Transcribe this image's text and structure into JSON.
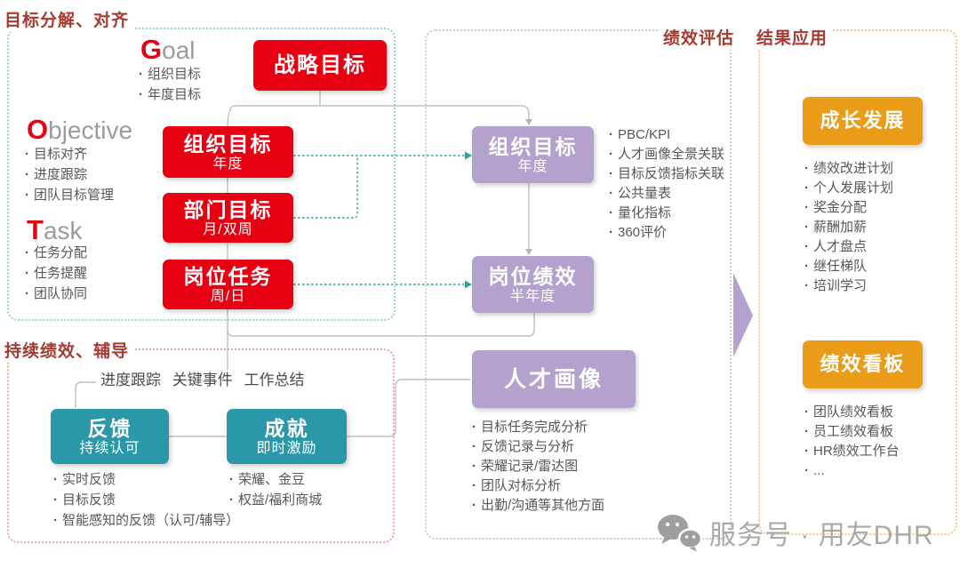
{
  "decompose": {
    "title": "目标分解、对齐",
    "got": [
      {
        "initial": "G",
        "rest": "oal",
        "items": [
          "组织目标",
          "年度目标"
        ]
      },
      {
        "initial": "O",
        "rest": "bjective",
        "items": [
          "目标对齐",
          "进度跟踪",
          "团队目标管理"
        ]
      },
      {
        "initial": "T",
        "rest": "ask",
        "items": [
          "任务分配",
          "任务提醒",
          "团队协同"
        ]
      }
    ],
    "strategic_box": {
      "title": "战略目标"
    },
    "org_box": {
      "title": "组织目标",
      "subtitle": "年度"
    },
    "dept_box": {
      "title": "部门目标",
      "subtitle": "月/双周"
    },
    "post_box": {
      "title": "岗位任务",
      "subtitle": "周/日"
    }
  },
  "coaching": {
    "title": "持续绩效、辅导",
    "tags": "进度跟踪 关键事件 工作总结",
    "feedback_box": {
      "title": "反馈",
      "subtitle": "持续认可"
    },
    "feedback_items": [
      "实时反馈",
      "目标反馈",
      "智能感知的反馈（认可/辅导）"
    ],
    "achievement_box": {
      "title": "成就",
      "subtitle": "即时激励"
    },
    "achievement_items": [
      "荣耀、金豆",
      "权益/福利商城"
    ]
  },
  "evaluation": {
    "title": "绩效评估",
    "org_box": {
      "title": "组织目标",
      "subtitle": "年度"
    },
    "perf_box": {
      "title": "岗位绩效",
      "subtitle": "半年度"
    },
    "portrait_box": {
      "title": "人才画像"
    },
    "metrics": [
      "PBC/KPI",
      "人才画像全景关联",
      "目标反馈指标关联",
      "公共量表",
      "量化指标",
      "360评价"
    ],
    "portrait_items": [
      "目标任务完成分析",
      "反馈记录与分析",
      "荣耀记录/雷达图",
      "团队对标分析",
      "出勤/沟通等其他方面"
    ]
  },
  "application": {
    "title": "结果应用",
    "growth_box": {
      "title": "成长发展"
    },
    "growth_items": [
      "绩效改进计划",
      "个人发展计划",
      "奖金分配",
      "薪酬加薪",
      "人才盘点",
      "继任梯队",
      "培训学习"
    ],
    "board_box": {
      "title": "绩效看板"
    },
    "board_items": [
      "团队绩效看板",
      "员工绩效看板",
      "HR绩效工作台",
      "..."
    ]
  },
  "watermark": {
    "icon": "wechat-icon",
    "text": "服务号 · 用友DHR"
  },
  "colors": {
    "red": "#e60012",
    "purple": "#b3a2ce",
    "teal": "#2b98a9",
    "orange": "#ea9c18",
    "title_red": "#a63a30",
    "connector_gray": "#b4b4b4",
    "connector_teal": "#2aa0a0"
  }
}
